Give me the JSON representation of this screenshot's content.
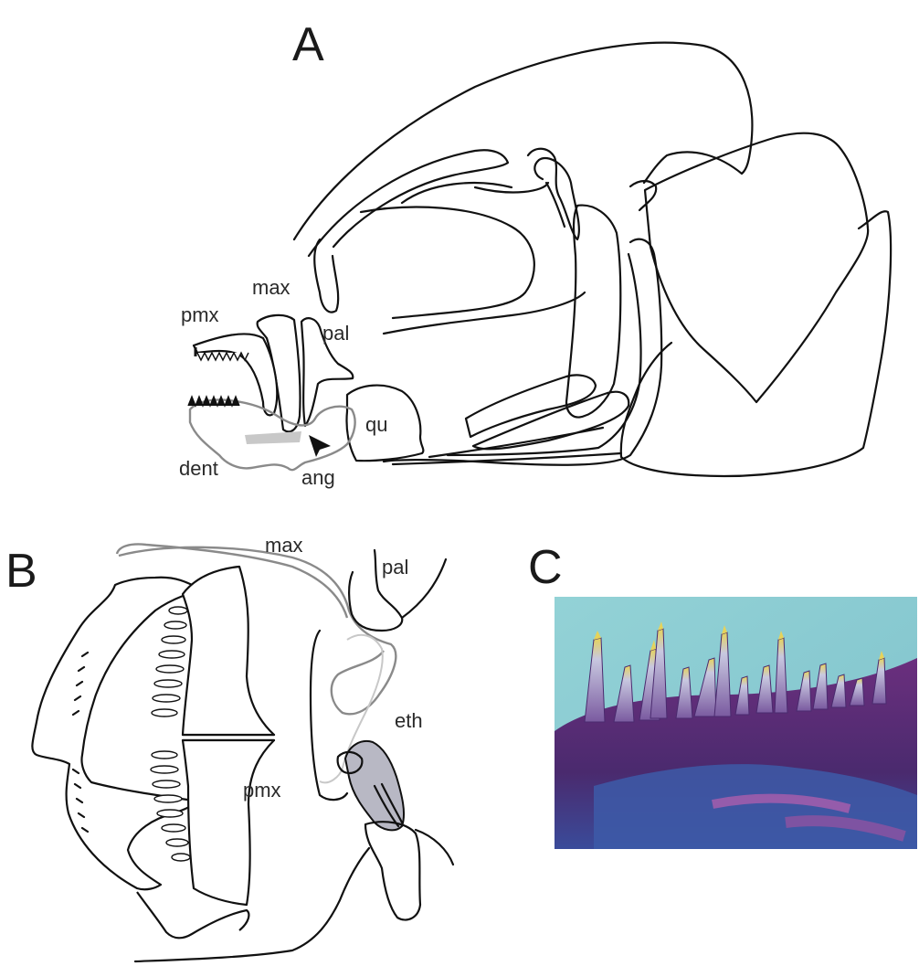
{
  "panels": {
    "a": {
      "letter": "A",
      "labels": {
        "pmx": "pmx",
        "max": "max",
        "pal": "pal",
        "dent": "dent",
        "ang": "ang",
        "qu": "qu"
      }
    },
    "b": {
      "letter": "B",
      "labels": {
        "max": "max",
        "pal": "pal",
        "eth": "eth",
        "pmx": "pmx"
      }
    },
    "c": {
      "letter": "C"
    }
  },
  "colors": {
    "line": "#111111",
    "grey_outline": "#8a8a8a",
    "shaded_bone": "#b8b8c4",
    "photo_background": "#8ccbd0",
    "stained_bone": "#5a2a7a",
    "tooth_tip": "#d8c040"
  }
}
